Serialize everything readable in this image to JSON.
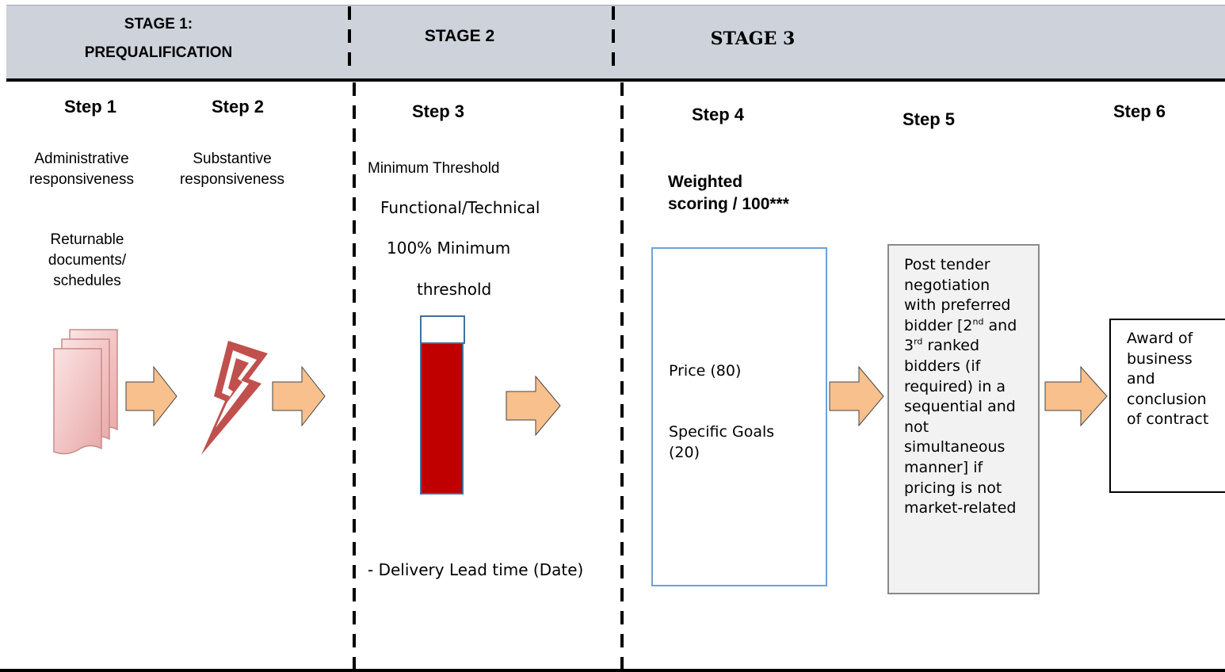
{
  "stages": {
    "stage1_line1": "STAGE 1:",
    "stage1_line2": "PREQUALIFICATION",
    "stage2": "STAGE 2",
    "stage3": "STAGE 3"
  },
  "steps": {
    "step1": "Step 1",
    "step2": "Step 2",
    "step3": "Step 3",
    "step4": "Step 4",
    "step5": "Step 5",
    "step6": "Step 6"
  },
  "step1_content": {
    "line1": "Administrative",
    "line2": "responsiveness",
    "doc_line1": "Returnable",
    "doc_line2": "documents/",
    "doc_line3": "schedules"
  },
  "step2_content": {
    "line1": "Substantive",
    "line2": "responsiveness"
  },
  "step3_content": {
    "line1": "Minimum Threshold",
    "line2": "Functional/Technical",
    "line3": "100% Minimum",
    "line4": "threshold",
    "delivery": "- Delivery Lead time (Date)"
  },
  "step4_content": {
    "title_line1": "Weighted",
    "title_line2": "scoring / 100***",
    "price": "Price (80)",
    "goals_line1": "Specific Goals",
    "goals_line2": "(20)"
  },
  "step5_content": {
    "l1": "Post tender",
    "l2": "negotiation",
    "l3": "with preferred",
    "l4a": "bidder [2",
    "l4sup": "nd",
    "l4b": " and",
    "l5a": "3",
    "l5sup": "rd",
    "l5b": " ranked",
    "l6": "bidders (if",
    "l7": "required) in a",
    "l8": "sequential and",
    "l9": "not",
    "l10": "simultaneous",
    "l11": "manner] if",
    "l12": "pricing is not",
    "l13": "market-related"
  },
  "step6_content": {
    "l1": "Award of",
    "l2": "business",
    "l3": "and",
    "l4": "conclusion",
    "l5": "of contract"
  },
  "colors": {
    "header": "#cdd2db",
    "arrow_fill": "#f8c08c",
    "gauge_fill": "#c00000",
    "document_icon": "#f2c4c4",
    "lightning_icon": "#c0504d"
  },
  "icons": [
    "document-stack-icon",
    "lightning-icon",
    "arrow-right-icon"
  ]
}
